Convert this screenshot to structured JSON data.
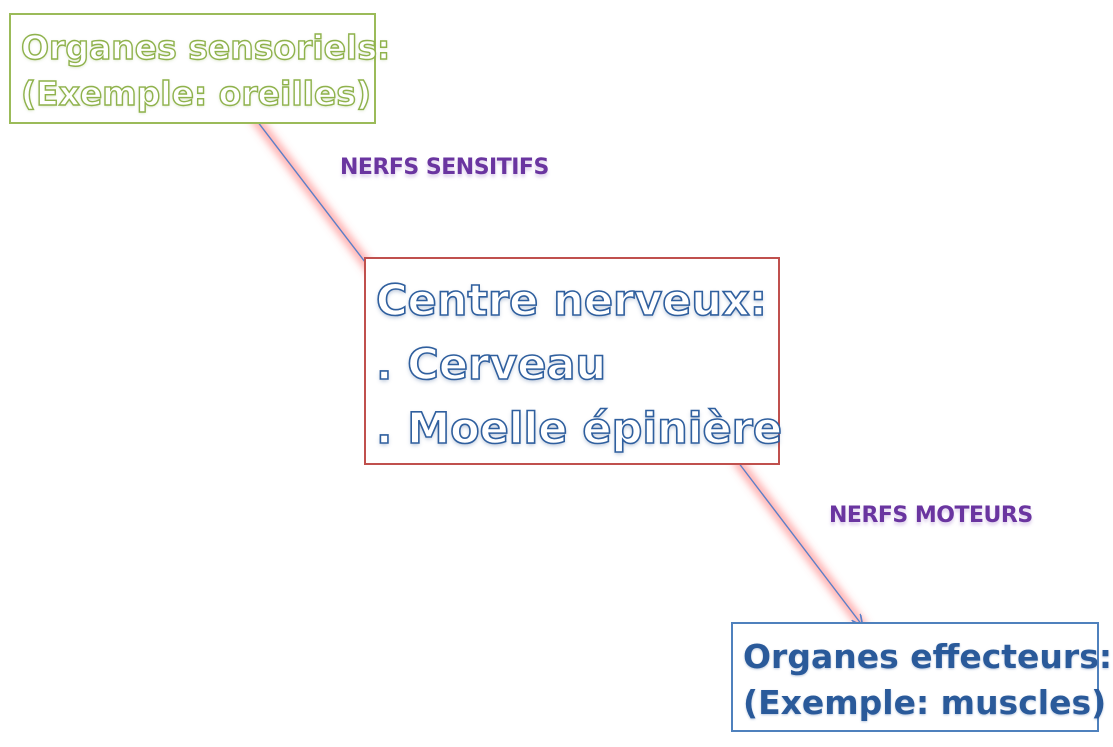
{
  "diagram": {
    "boxes": {
      "sensory": {
        "line1": "Organes sensoriels:",
        "line2": "(Exemple: oreilles)",
        "border_color": "#9bbb59"
      },
      "center": {
        "line1": "Centre nerveux:",
        "line2": ". Cerveau",
        "line3": ". Moelle épinière",
        "border_color": "#c0504d"
      },
      "effector": {
        "line1": "Organes effecteurs:",
        "line2": "(Exemple: muscles)",
        "border_color": "#4f81bd"
      }
    },
    "arrows": {
      "sensory_nerves": {
        "label": "NERFS SENSITIFS",
        "from": "sensory",
        "to": "center"
      },
      "motor_nerves": {
        "label": "NERFS MOTEURS",
        "from": "center",
        "to": "effector"
      }
    },
    "colors": {
      "arrow_line": "#5b7fc7",
      "arrow_glow": "#ff5a5a",
      "label": "#6a35a0"
    }
  }
}
